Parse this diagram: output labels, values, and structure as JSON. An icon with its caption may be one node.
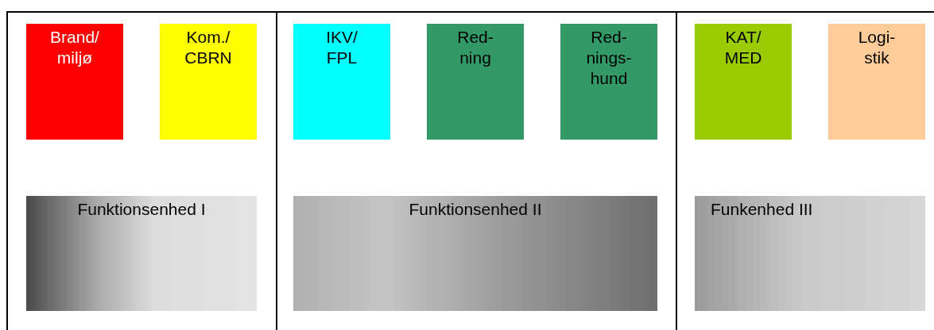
{
  "diagram": {
    "nodes": [
      {
        "text": [],
        "shape": "box"
      },
      {
        "text": [
          "Brand/ miljø"
        ],
        "in": 0
      },
      {
        "text": [
          "Kom./ CBRN"
        ],
        "in": 0
      },
      {
        "text": [
          "Funktionsenhed I"
        ],
        "in": 0
      },
      {
        "text": [],
        "shape": "box"
      },
      {
        "text": [
          "IKV/ FPL"
        ],
        "in": 4
      },
      {
        "text": [
          "Red- ning"
        ],
        "in": 4
      },
      {
        "text": [
          "Red- nings- hund"
        ],
        "in": 4
      },
      {
        "text": [
          "Funktionsenhed II"
        ],
        "in": 4
      },
      {
        "text": [],
        "shape": "box"
      },
      {
        "text": [
          "KAT/ MED"
        ],
        "in": 9
      },
      {
        "text": [
          "Logi- stik"
        ],
        "in": 9
      },
      {
        "text": [
          "Funkenhed III"
        ],
        "in": 9
      }
    ],
    "edges": []
  }
}
